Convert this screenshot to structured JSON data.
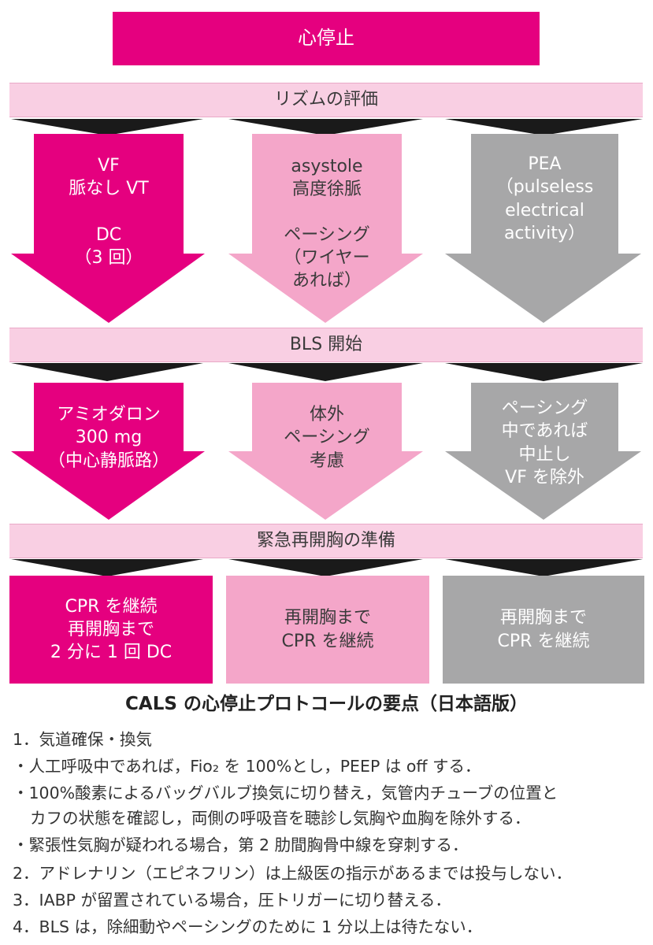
{
  "top": {
    "label": "心停止"
  },
  "bands": {
    "rhythm": "リズムの評価",
    "bls": "BLS 開始",
    "reopen": "緊急再開胸の準備"
  },
  "columns": [
    {
      "color": "#e5007f",
      "step1": "VF\n脈なし VT\n\nDC\n（3 回）",
      "step2": "アミオダロン\n300 mg\n（中心静脈路）",
      "step3": "CPR を継続\n再開胸まで\n2 分に 1 回 DC"
    },
    {
      "color": "#f4a6c9",
      "step1": "asystole\n高度徐脈\n\nペーシング\n（ワイヤー\nあれば）",
      "step2": "体外\nペーシング\n考慮",
      "step3": "再開胸まで\nCPR を継続"
    },
    {
      "color": "#a7a7a8",
      "step1": "PEA\n（pulseless\nelectrical\nactivity）",
      "step2": "ペーシング\n中であれば\n中止し\nVF を除外",
      "step3": "再開胸まで\nCPR を継続"
    }
  ],
  "summary": {
    "title": "CALS の心停止プロトコールの要点（日本語版）",
    "lines": [
      "1．気道確保・換気",
      "・人工呼吸中であれば，Fio₂ を 100%とし，PEEP は off する．",
      "・100%酸素によるバッグバルブ換気に切り替え，気管内チューブの位置と",
      "カフの状態を確認し，両側の呼吸音を聴診し気胸や血胸を除外する．",
      "・緊張性気胸が疑われる場合，第 2 肋間胸骨中線を穿刺する．",
      "2．アドレナリン（エピネフリン）は上級医の指示があるまでは投与しない．",
      "3．IABP が留置されている場合，圧トリガーに切り替える．",
      "4．BLS は，除細動やペーシングのために 1 分以上は待たない．"
    ]
  },
  "colors": {
    "magenta": "#e5007f",
    "pink": "#f4a6c9",
    "light_pink_band": "#f9cfe3",
    "gray": "#a7a7a8",
    "connector": "#1a1a1a"
  }
}
